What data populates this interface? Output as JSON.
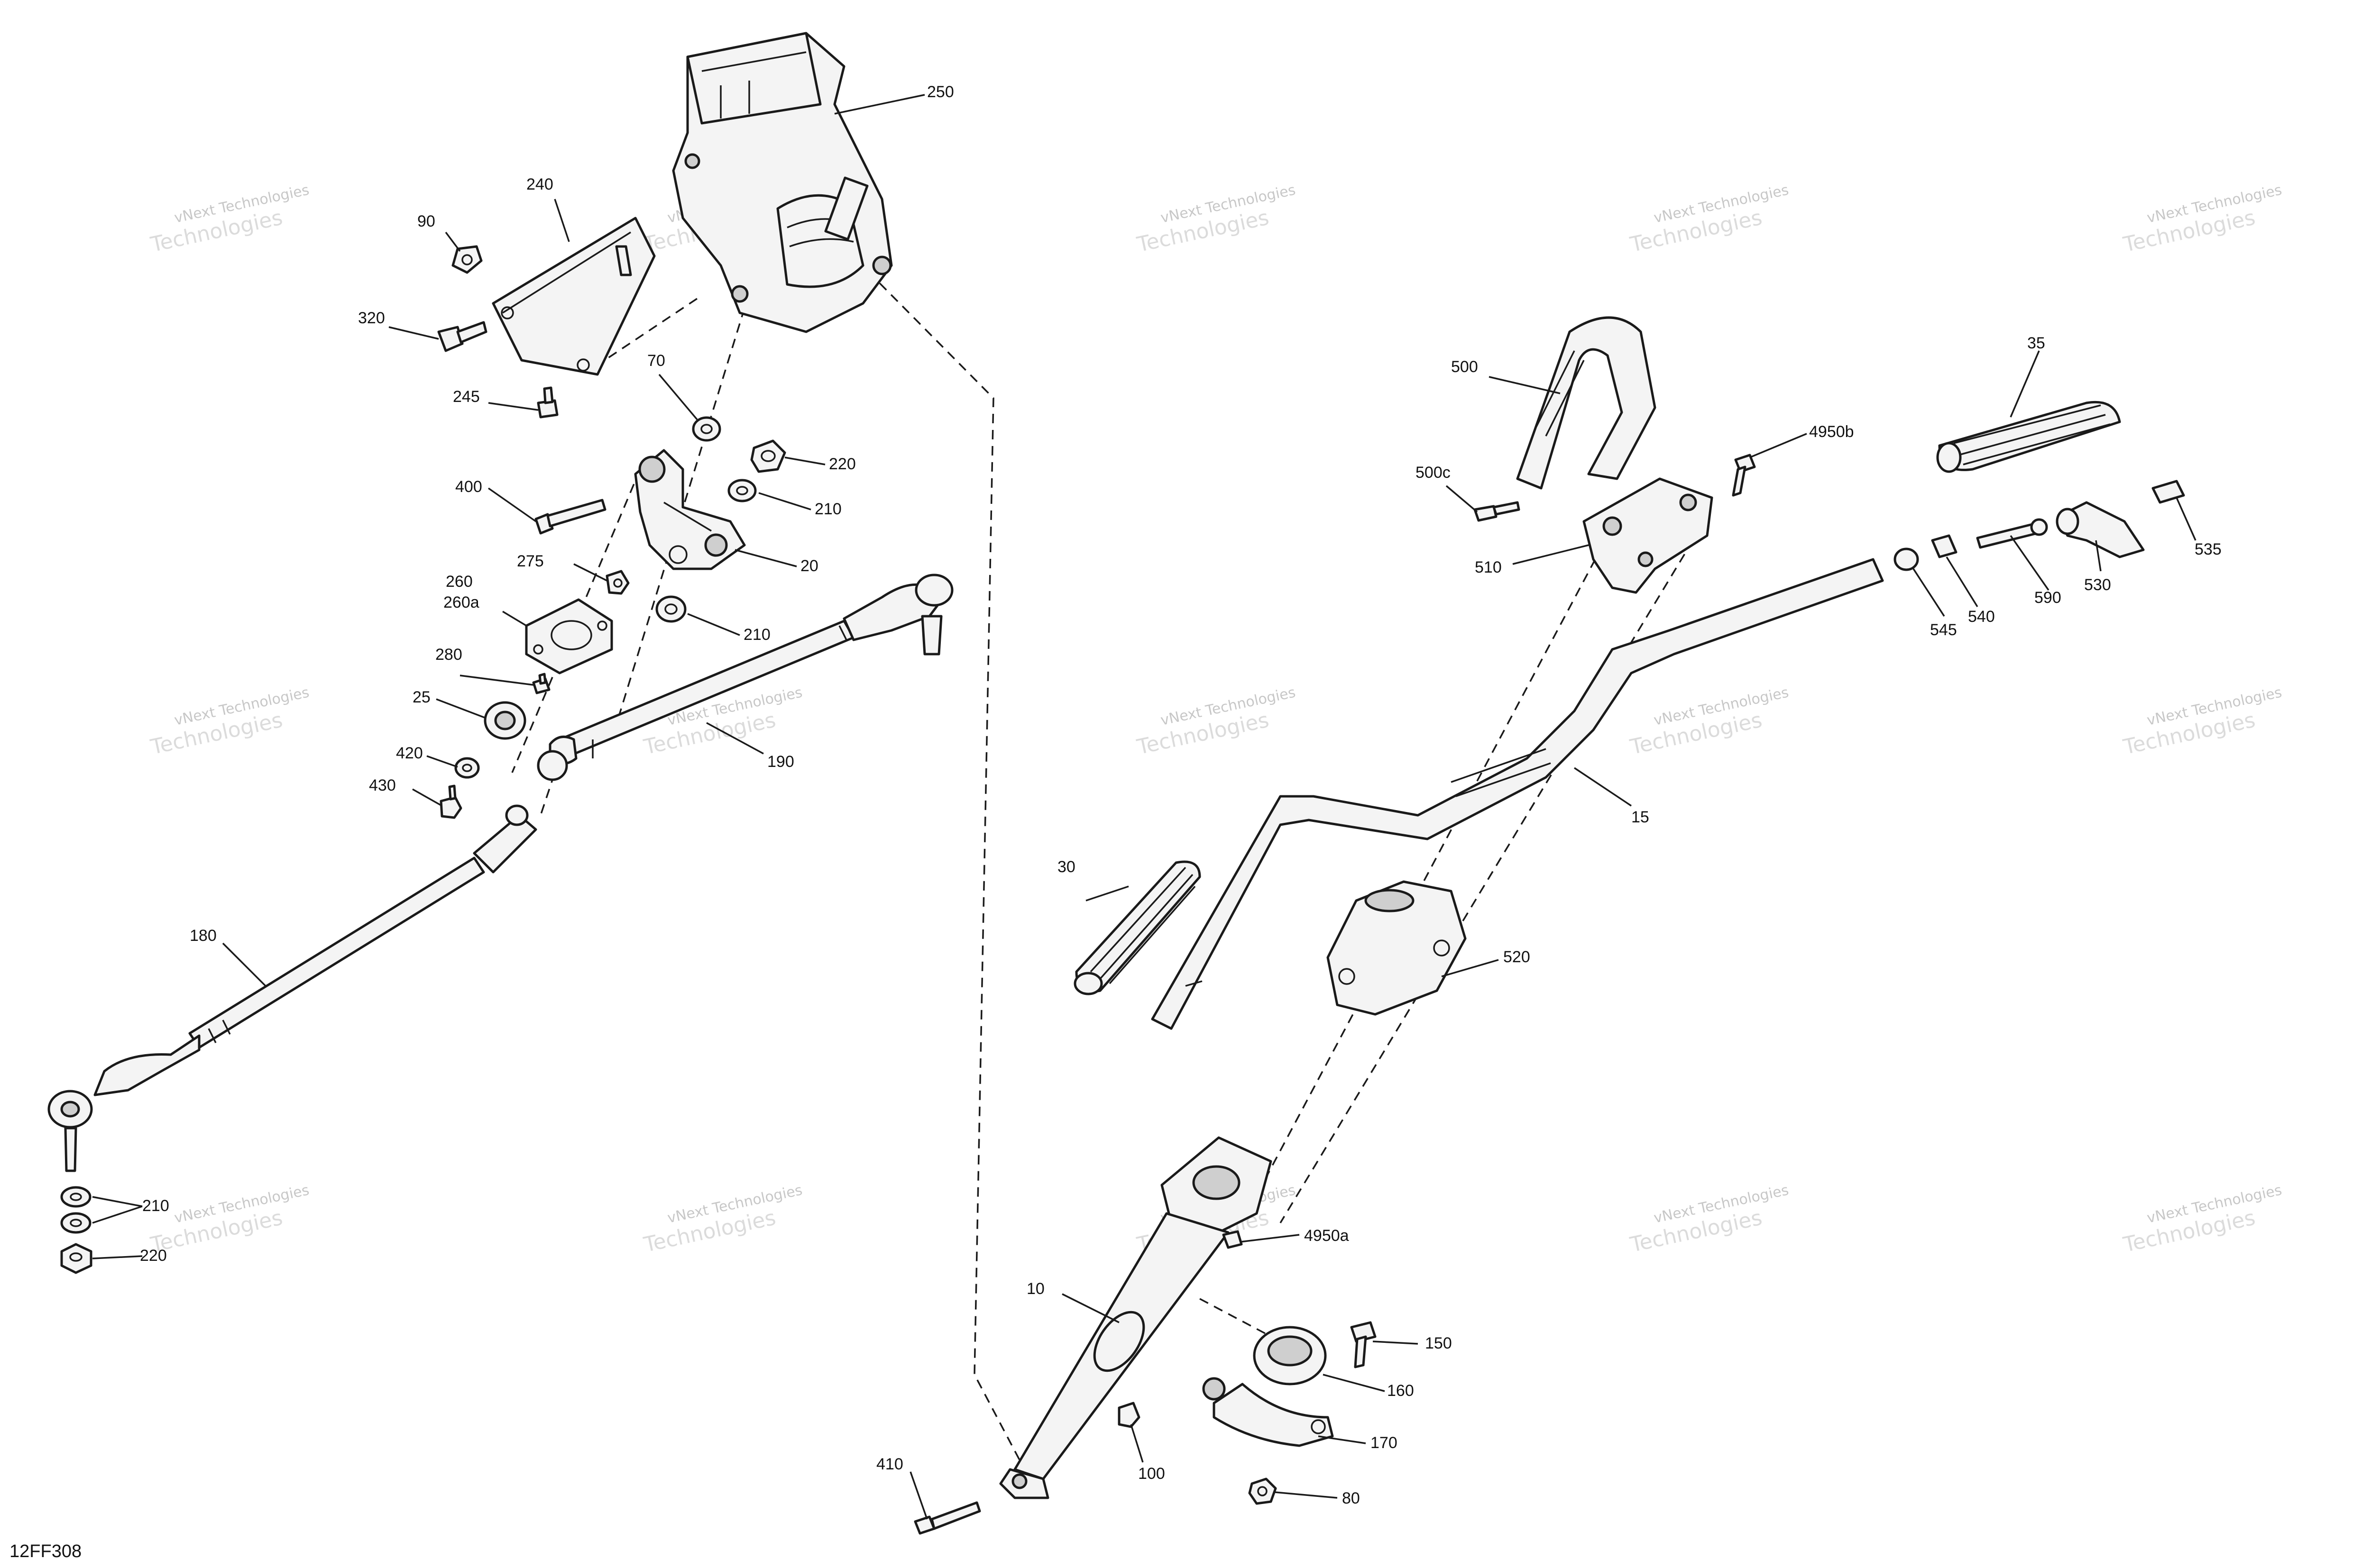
{
  "diagram_code": "12FF308",
  "watermark": {
    "line1": "vNext Technologies",
    "line2": "Technologies"
  },
  "callouts": [
    "250",
    "240",
    "90",
    "320",
    "245",
    "70",
    "220",
    "400",
    "210",
    "20",
    "275",
    "260",
    "260a",
    "210",
    "280",
    "25",
    "190",
    "420",
    "430",
    "180",
    "210",
    "220",
    "500",
    "4950b",
    "35",
    "500c",
    "510",
    "545",
    "540",
    "590",
    "530",
    "535",
    "15",
    "30",
    "520",
    "4950a",
    "10",
    "150",
    "160",
    "170",
    "410",
    "100",
    "80"
  ]
}
